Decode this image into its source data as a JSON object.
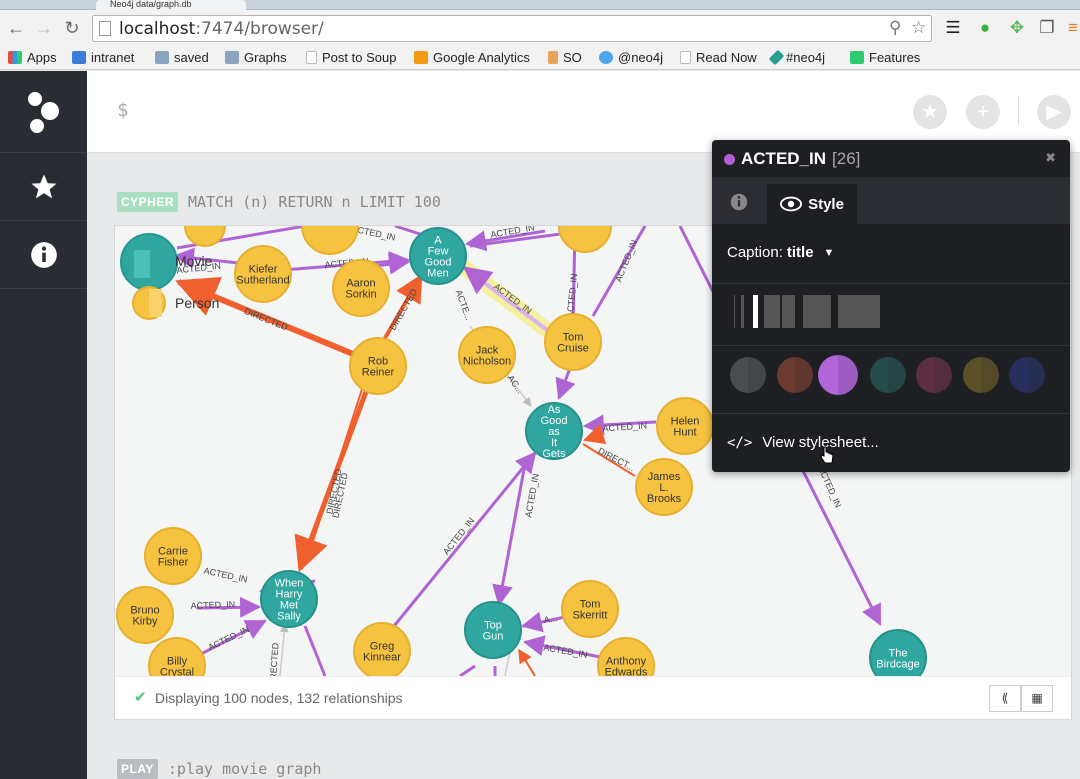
{
  "browser": {
    "tab_title": "Neo4j data/graph.db",
    "url_host": "localhost",
    "url_rest": ":7474/browser/",
    "bookmarks": [
      "Apps",
      "intranet",
      "saved",
      "Graphs",
      "Post to Soup",
      "Google Analytics",
      "SO",
      "@neo4j",
      "Read Now",
      "#neo4j",
      "Features"
    ]
  },
  "editor": {
    "prompt": "$"
  },
  "frame": {
    "badge": "CYPHER",
    "command": "MATCH (n) RETURN n LIMIT 100",
    "status": "Displaying 100 nodes, 132 relationships"
  },
  "play_frame": {
    "badge": "PLAY",
    "command": ":play movie graph"
  },
  "legend": {
    "movie": "Movie",
    "person": "Person"
  },
  "graph": {
    "movie_color": "#2fa7a0",
    "person_color": "#f6c341",
    "acted_in_color": "#b064d4",
    "directed_color": "#f0602e",
    "edge_labels": {
      "acted_in": "ACTED_IN",
      "acted_in_short": "ACTED_IN",
      "directed": "DIRECTED",
      "directed_short": "DIRECT...",
      "acte": "ACTE...",
      "ac": "AC...",
      "ac2": "A...",
      "directed_dup": "DIRECTED"
    },
    "nodes": {
      "a_few_good_men": [
        "A",
        "Few",
        "Good",
        "Men"
      ],
      "as_good_as_it_gets": [
        "As",
        "Good",
        "as",
        "It",
        "Gets"
      ],
      "when_harry_met_sally": [
        "When",
        "Harry",
        "Met",
        "Sally"
      ],
      "top_gun": [
        "Top",
        "Gun"
      ],
      "the_birdcage": [
        "The",
        "Birdcage"
      ],
      "kiefer_sutherland": [
        "Kiefer",
        "Sutherland"
      ],
      "aaron_sorkin": [
        "Aaron",
        "Sorkin"
      ],
      "rob_reiner": [
        "Rob",
        "Reiner"
      ],
      "jack_nicholson": [
        "Jack",
        "Nicholson"
      ],
      "tom_cruise": [
        "Tom",
        "Cruise"
      ],
      "helen_hunt": [
        "Helen",
        "Hunt"
      ],
      "james_l_brooks": [
        "James",
        "L.",
        "Brooks"
      ],
      "carrie_fisher": [
        "Carrie",
        "Fisher"
      ],
      "bruno_kirby": [
        "Bruno",
        "Kirby"
      ],
      "billy_crystal": [
        "Billy",
        "Crystal"
      ],
      "greg_kinnear": [
        "Greg",
        "Kinnear"
      ],
      "tom_skerritt": [
        "Tom",
        "Skerritt"
      ],
      "anthony_edwards": [
        "Anthony",
        "Edwards"
      ]
    }
  },
  "style_panel": {
    "title": "ACTED_IN",
    "count": "[26]",
    "tab_style": "Style",
    "caption_label": "Caption:",
    "caption_value": "title",
    "view_stylesheet": "View stylesheet...",
    "swatches": [
      "#4a4c50",
      "#6b3b30",
      "#b165d8",
      "#244c4a",
      "#5c3040",
      "#5c5028",
      "#27305c"
    ],
    "selected_swatch": 2
  }
}
